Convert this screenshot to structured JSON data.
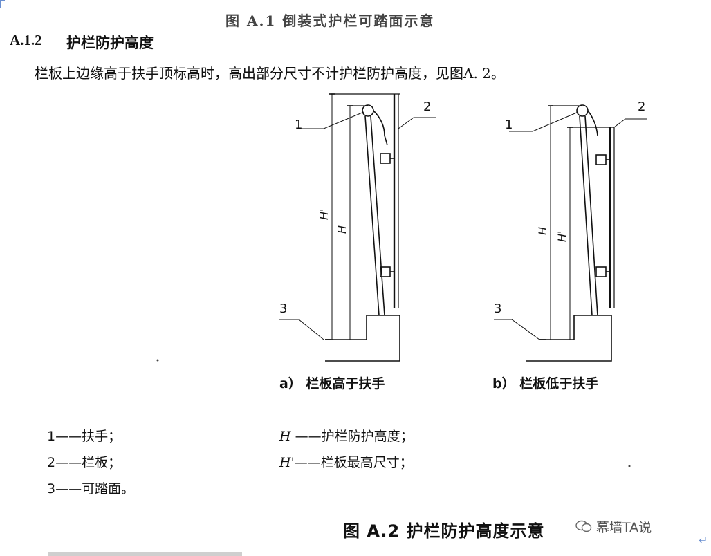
{
  "top_caption": "图 A.1  倒装式护栏可踏面示意",
  "section": {
    "number": "A.1.2",
    "title": "护栏防护高度"
  },
  "paragraph": "栏板上边缘高于扶手顶标高时，高出部分尺寸不计护栏防护高度，见图A. 2。",
  "figure": {
    "a": {
      "callouts": [
        "1",
        "2",
        "3"
      ],
      "dim_outer": "H'",
      "dim_inner": "H",
      "caption": "a）  栏板高于扶手"
    },
    "b": {
      "callouts": [
        "1",
        "2",
        "3"
      ],
      "dim_outer": "H",
      "dim_inner": "H'",
      "caption": "b）  栏板低于扶手"
    }
  },
  "legend": {
    "items": [
      "1——扶手；",
      "2——栏板；",
      "3——可踏面。"
    ],
    "symbols": [
      {
        "symbol": "H",
        "text": " ——护栏防护高度；"
      },
      {
        "symbol": "H'",
        "text": "——栏板最高尺寸；"
      }
    ]
  },
  "caption": "图 A.2  护栏防护高度示意",
  "watermark": "幕墙TA说",
  "return_glyph": "↵",
  "colors": {
    "ink": "#111111",
    "watermark": "#555555",
    "mark": "#6a8fd0"
  }
}
